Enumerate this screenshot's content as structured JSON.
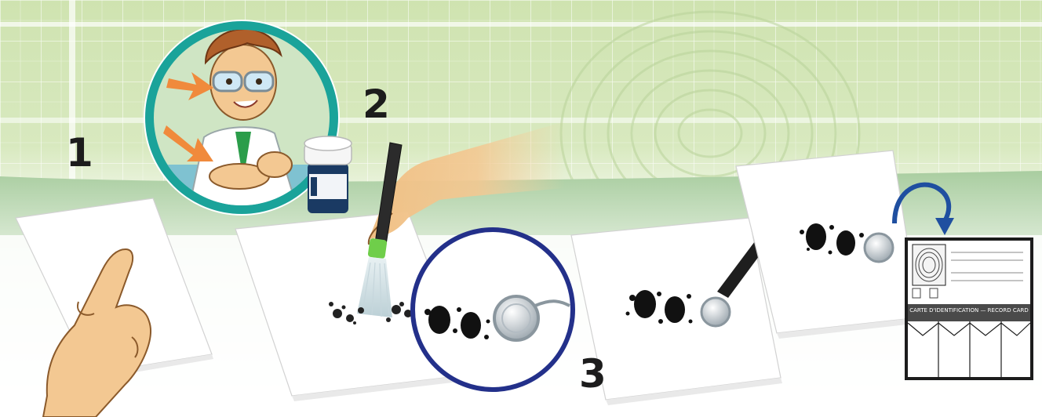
{
  "steps": {
    "one": "1",
    "two": "2",
    "three": "3"
  },
  "card": {
    "title": "CARTE D'IDENTIFICATION — RECORD CARD"
  },
  "icons": [
    "scientist-portrait",
    "pointing-hand",
    "powder-jar",
    "brush",
    "magnifier",
    "tape-roller",
    "curved-arrow",
    "fingerprint-card"
  ],
  "colors": {
    "grid_background": "#cfe3b0",
    "teal_ring": "#1aa39a",
    "navy_ring": "#23308a",
    "arrow_blue": "#1f4fa0",
    "skin": "#f3c892",
    "lab_coat": "#ffffff"
  }
}
